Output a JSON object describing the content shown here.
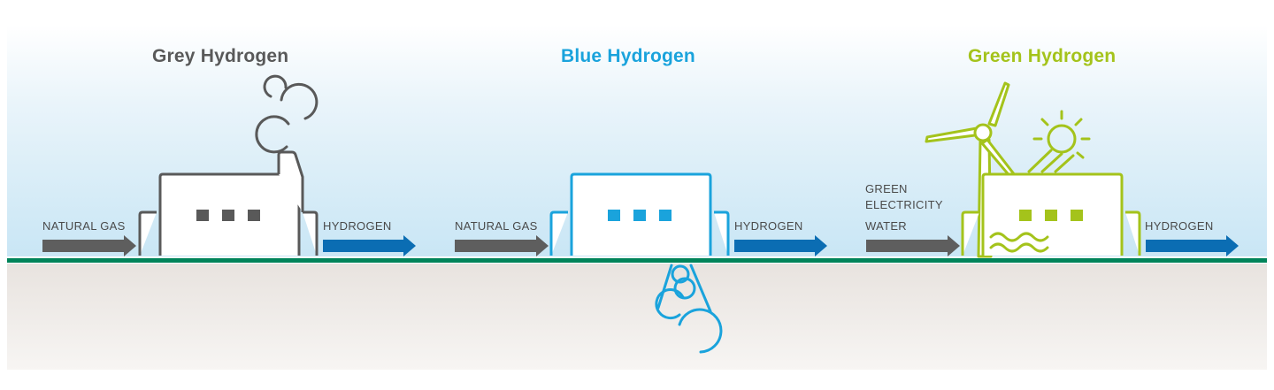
{
  "colors": {
    "grey": "#595959",
    "blue": "#1aa3dc",
    "green": "#a4c31b",
    "hydrogen_arrow": "#0b6db3",
    "input_arrow": "#5e5e5e",
    "ground_line": "#00845a"
  },
  "sections": [
    {
      "title": "Grey Hydrogen",
      "input_label": "NATURAL GAS",
      "output_label": "HYDROGEN"
    },
    {
      "title": "Blue Hydrogen",
      "input_label": "NATURAL GAS",
      "output_label": "HYDROGEN"
    },
    {
      "title": "Green Hydrogen",
      "input_label_line1": "GREEN",
      "input_label_line2": "ELECTRICITY",
      "input_label_line3": "WATER",
      "output_label": "HYDROGEN"
    }
  ],
  "icons": {
    "grey": [
      "factory-icon",
      "smoke-icon"
    ],
    "blue": [
      "factory-icon",
      "carbon-storage-icon"
    ],
    "green": [
      "factory-icon",
      "wind-turbine-icon",
      "sun-icon",
      "water-wave-icon"
    ]
  }
}
